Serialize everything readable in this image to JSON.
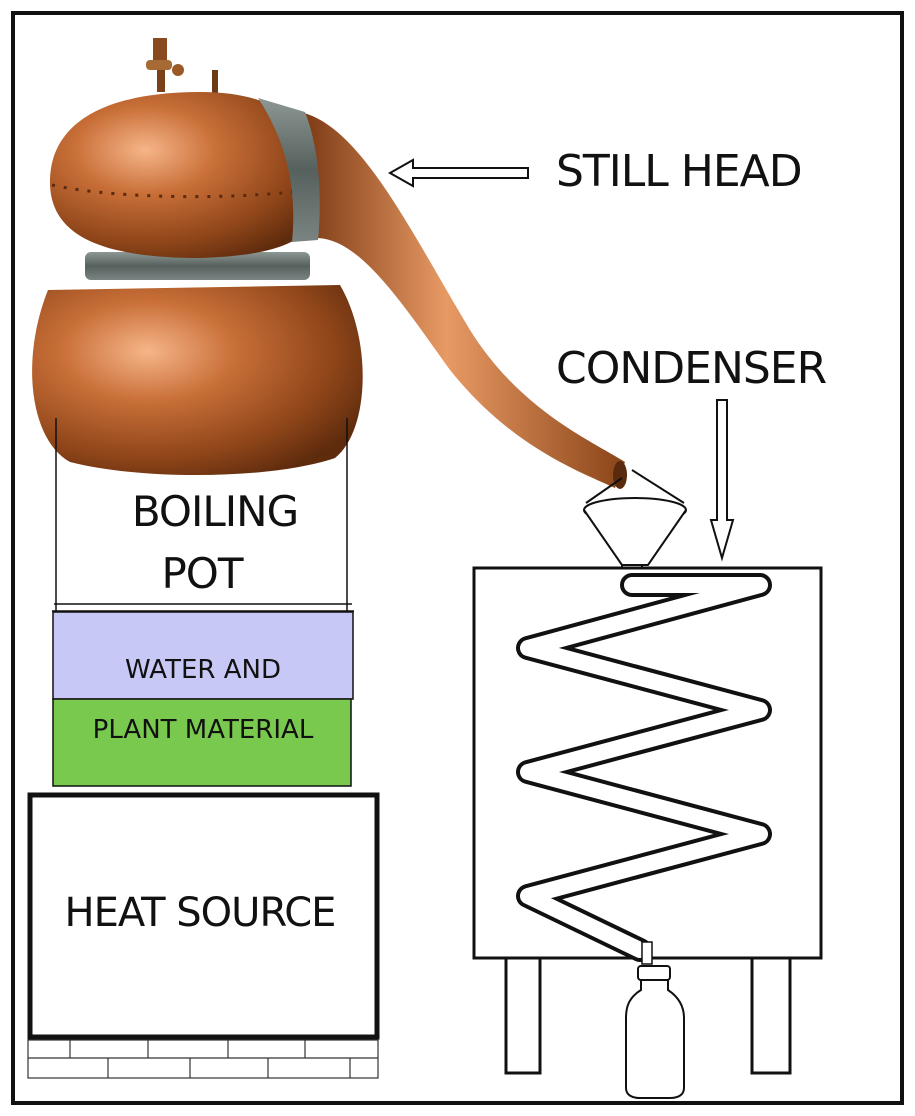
{
  "labels": {
    "still_head": "STILL HEAD",
    "condenser": "CONDENSER",
    "boiling_pot_line1": "BOILING",
    "boiling_pot_line2": "POT",
    "water": "WATER AND",
    "plant": "PLANT MATERIAL",
    "heat_source": "HEAT SOURCE"
  },
  "colors": {
    "water_fill": "#c7c8f6",
    "plant_fill": "#79c94e",
    "copper_dark": "#7a3a14",
    "copper_mid": "#c26a34",
    "copper_light": "#f0a878",
    "collar": "#6f7a78",
    "stroke": "#111111"
  }
}
